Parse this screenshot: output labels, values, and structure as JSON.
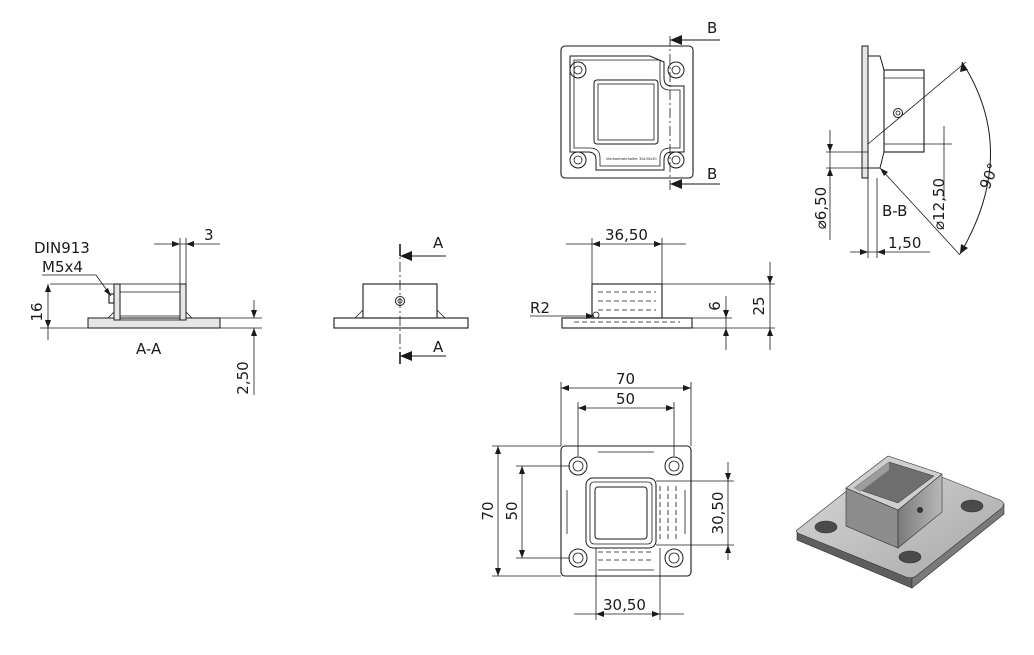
{
  "views": {
    "section_a": {
      "label": "A-A",
      "callout_line1": "DIN913",
      "callout_line2": "M5x4",
      "dim_wall": "3",
      "dim_height": "16",
      "dim_plate": "2,50"
    },
    "front": {
      "marker_top": "A",
      "marker_bottom": "A"
    },
    "side": {
      "dim_width": "36,50",
      "dim_radius": "R2",
      "dim_plate": "6",
      "dim_height": "25"
    },
    "top_small": {
      "marker_top": "B",
      "marker_bottom": "B",
      "engraving": "Vierkantrohrhalter 30x30x30"
    },
    "section_b": {
      "label": "B-B",
      "dim_hole": "⌀6,50",
      "dim_bore": "⌀12,50",
      "dim_thickness": "1,50",
      "dim_angle": "90°"
    },
    "top_main": {
      "dim_outer_w": "70",
      "dim_hole_pitch_w": "50",
      "dim_outer_h": "70",
      "dim_hole_pitch_h": "50",
      "dim_tube_w": "30,50",
      "dim_tube_h": "30,50"
    },
    "isometric": {}
  },
  "colors": {
    "line": "#1a1a1a",
    "section_fill": "#e6e6e6",
    "shade_light": "#c9c9c9",
    "shade_mid": "#9a9a9a",
    "shade_dark": "#5e5e5e"
  }
}
